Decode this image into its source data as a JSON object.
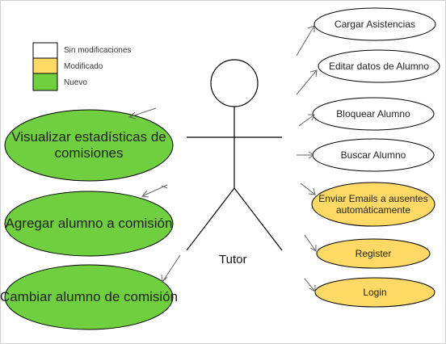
{
  "legend": {
    "items": [
      {
        "label": "Sin modificaciones",
        "color": "#ffffff"
      },
      {
        "label": "Modificado",
        "color": "#ffd966"
      },
      {
        "label": "Nuevo",
        "color": "#6fcf3f"
      }
    ]
  },
  "actor": {
    "label": "Tutor"
  },
  "use_cases_left": [
    {
      "label": "Visualizar estadísticas de comisiones",
      "status": "Nuevo"
    },
    {
      "label": "Agregar alumno a comisión",
      "status": "Nuevo"
    },
    {
      "label": "Cambiar alumno de comisión",
      "status": "Nuevo"
    }
  ],
  "use_cases_right": [
    {
      "label": "Cargar Asistencias",
      "status": "Sin modificaciones"
    },
    {
      "label": "Editar datos de Alumno",
      "status": "Sin modificaciones"
    },
    {
      "label": "Bloquear Alumno",
      "status": "Sin modificaciones"
    },
    {
      "label": "Buscar Alumno",
      "status": "Sin modificaciones"
    },
    {
      "label": "Enviar Emails a ausentes automáticamente",
      "status": "Modificado"
    },
    {
      "label": "Register",
      "status": "Modificado"
    },
    {
      "label": "Login",
      "status": "Modificado"
    }
  ],
  "colors": {
    "outline": "#000000",
    "arrow": "#666666"
  }
}
